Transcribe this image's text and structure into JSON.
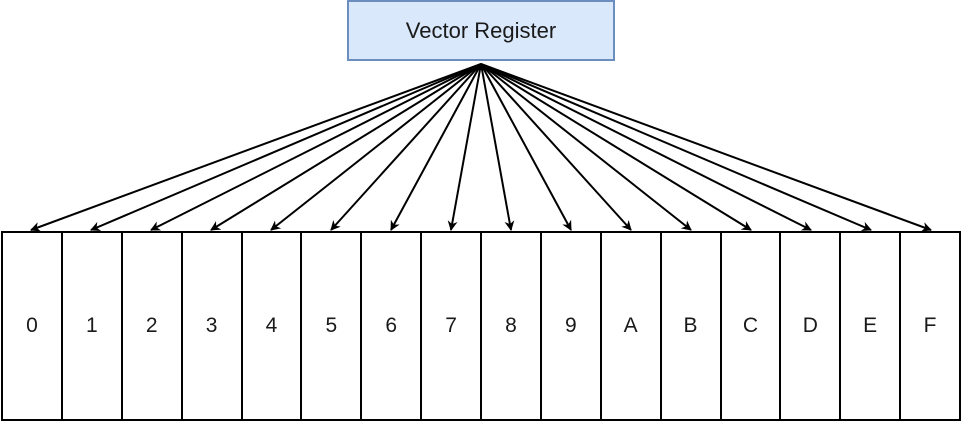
{
  "source": {
    "label": "Vector Register",
    "fill": "#dae8fc",
    "stroke": "#6c8ebf"
  },
  "lanes": [
    "0",
    "1",
    "2",
    "3",
    "4",
    "5",
    "6",
    "7",
    "8",
    "9",
    "A",
    "B",
    "C",
    "D",
    "E",
    "F"
  ]
}
